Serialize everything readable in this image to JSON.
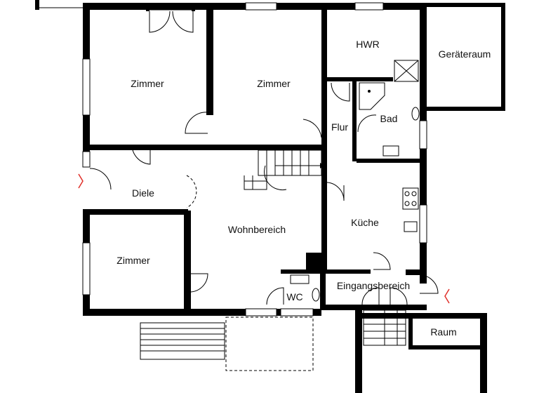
{
  "rooms": {
    "zimmer_nw": "Zimmer",
    "zimmer_n": "Zimmer",
    "hwr": "HWR",
    "geraeteraum": "Geräteraum",
    "flur": "Flur",
    "bad": "Bad",
    "diele": "Diele",
    "wohnbereich": "Wohnbereich",
    "kueche": "Küche",
    "zimmer_sw": "Zimmer",
    "wc": "WC",
    "eingangsbereich": "Eingangsbereich",
    "raum": "Raum"
  },
  "colors": {
    "wall": "#000000",
    "entry_marker": "#e0302a",
    "background": "#ffffff"
  }
}
